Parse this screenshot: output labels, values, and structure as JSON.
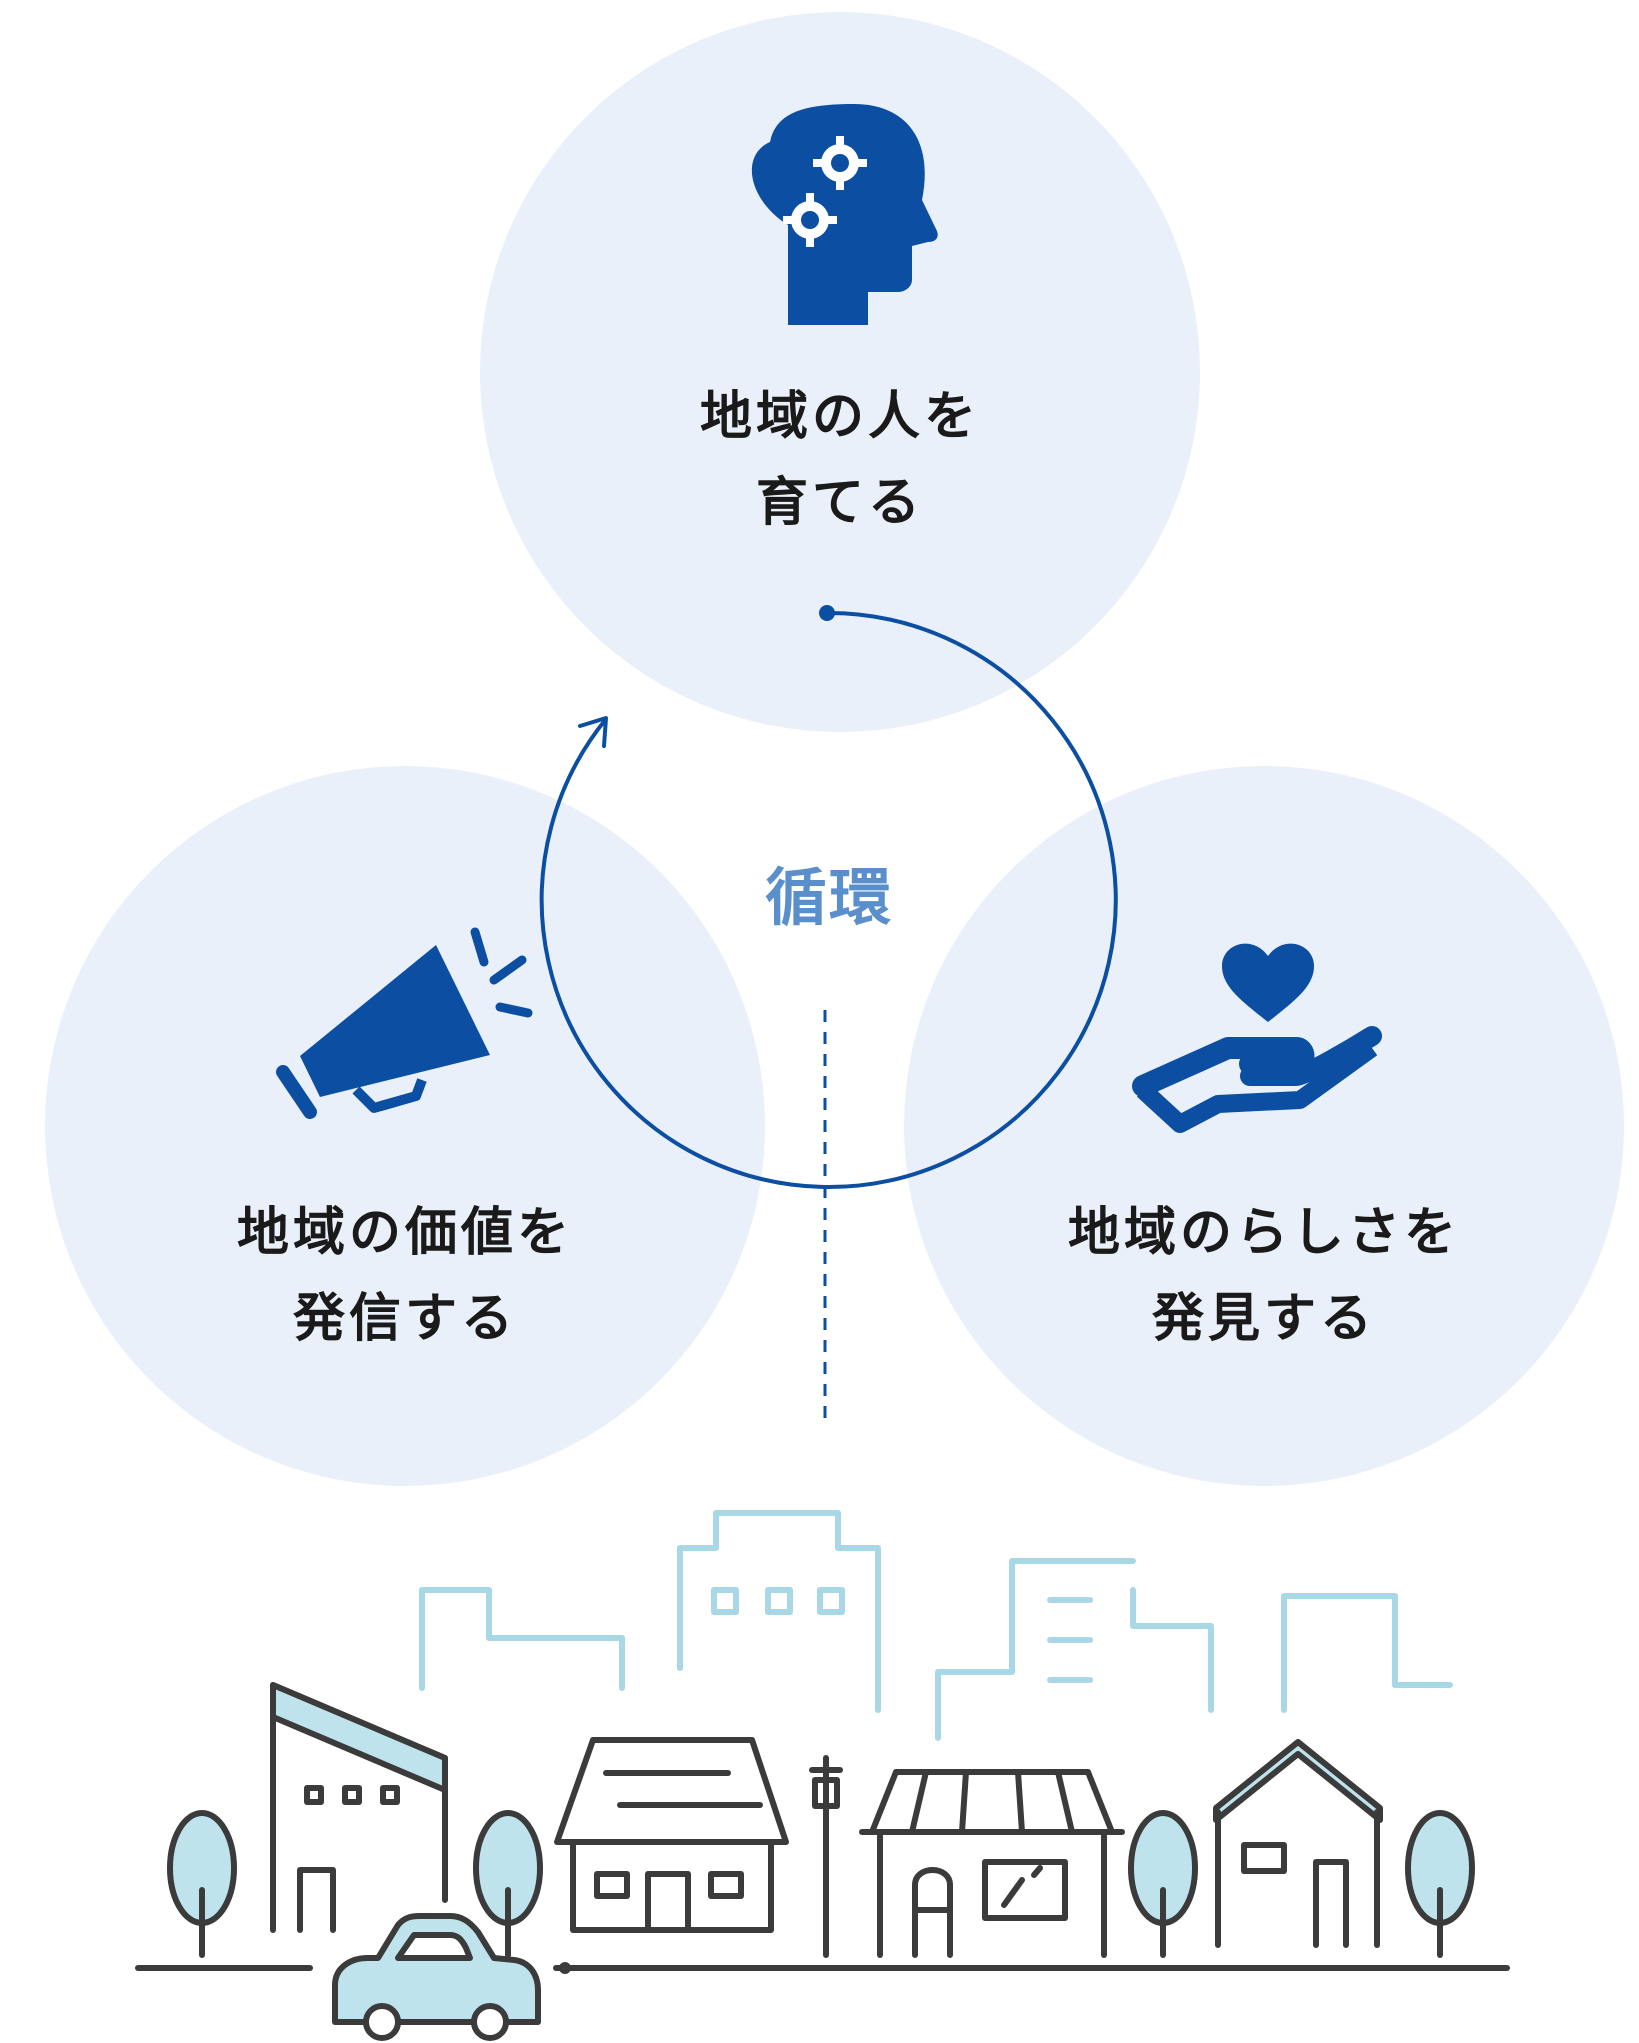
{
  "diagram": {
    "center_label": "循環",
    "nodes": [
      {
        "id": "people",
        "line1": "地域の人を",
        "line2": "育てる",
        "icon": "head-gears-icon"
      },
      {
        "id": "value",
        "line1": "地域の価値を",
        "line2": "発信する",
        "icon": "megaphone-icon"
      },
      {
        "id": "charm",
        "line1": "地域のらしさを",
        "line2": "発見する",
        "icon": "hand-heart-icon"
      }
    ],
    "illustration": "townscape-illustration"
  },
  "colors": {
    "circle_fill": "#eaf0f9",
    "icon_blue": "#0b4ea2",
    "center_text": "#5b8fcb",
    "line_dark": "#3b3b3b",
    "light_blue_fill": "#bfe3ec",
    "skyline": "#a8d7e5"
  }
}
